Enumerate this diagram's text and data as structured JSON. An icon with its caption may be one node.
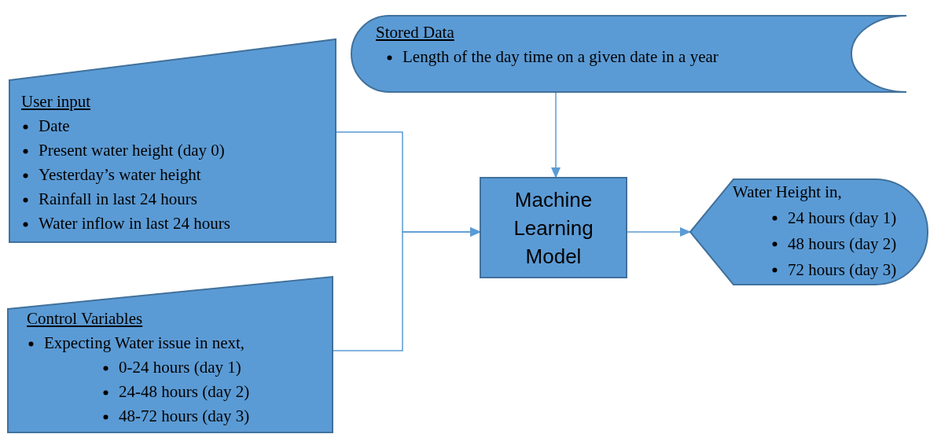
{
  "diagram": {
    "nodes": [
      {
        "text": [
          "User input",
          "Date",
          "Present water height (day 0)",
          "Yesterday’s water height",
          "Rainfall in last 24 hours",
          "Water inflow in last 24 hours"
        ]
      },
      {
        "text": [
          "Control Variables",
          "Expecting Water issue in next,",
          "0-24 hours (day 1)",
          "24-48 hours (day 2)",
          "48-72 hours (day 3)"
        ]
      },
      {
        "text": [
          "Stored Data",
          "Length of the day time on a given date in a year"
        ]
      },
      {
        "text": [
          "Machine Learning Model"
        ]
      },
      {
        "text": [
          "Water Height in,",
          "24 hours (day 1)",
          "48 hours (day 2)",
          "72 hours (day 3)"
        ]
      }
    ],
    "edges": [
      {
        "from": 0,
        "to": 3,
        "arrow": "to"
      },
      {
        "from": 1,
        "to": 3,
        "arrow": "to"
      },
      {
        "from": 2,
        "to": 3,
        "arrow": "to"
      },
      {
        "from": 3,
        "to": 4,
        "arrow": "to"
      }
    ]
  }
}
